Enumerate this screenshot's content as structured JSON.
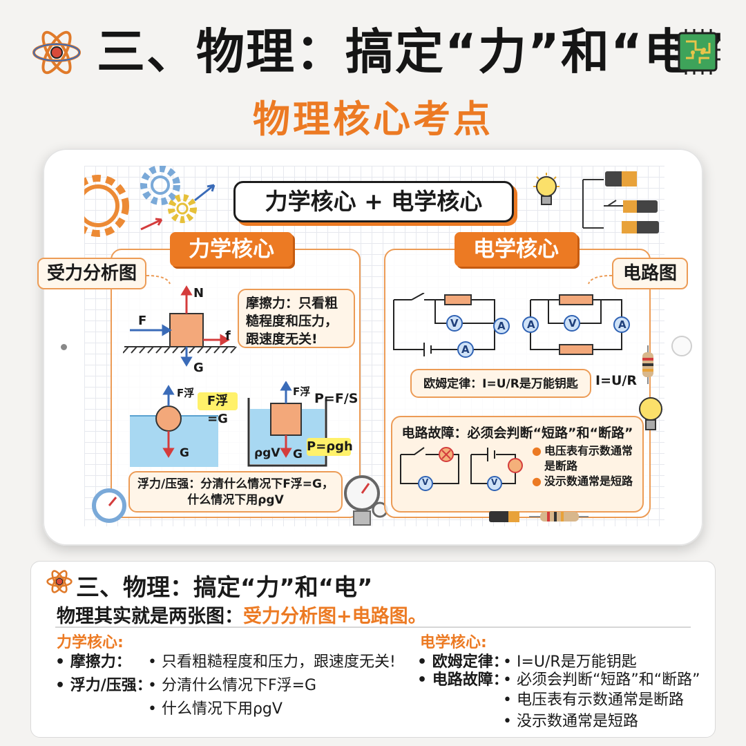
{
  "header": {
    "title": "三、物理：搞定“力”和“电”",
    "subtitle": "物理核心考点"
  },
  "tablet_screen": {
    "banner": "力学核心 + 电学核心",
    "mechanics": {
      "tag": "力学核心",
      "side_label": "受力分析图",
      "force_labels": {
        "N": "N",
        "F": "F",
        "f": "f",
        "G": "G"
      },
      "friction_bubble": "摩擦力：只看粗糙程度和压力，跟速度无关!",
      "buoyancy_label": "F浮",
      "buoyancy_formula_1": "F浮=G",
      "pressure_formula": "P=F/S",
      "rho_gv": "ρgV",
      "pressure_formula_2": "P=ρgh",
      "buoyancy_bubble_line1": "浮力/压强：分清什么情况下F浮=G，",
      "buoyancy_bubble_line2": "什么情况下用ρgV"
    },
    "electricity": {
      "tag": "电学核心",
      "side_label": "电路图",
      "meter_labels": {
        "V": "V",
        "A": "A"
      },
      "ohm_bubble": "欧姆定律：I=U/R是万能钥匙",
      "ohm_formula": "I=U/R",
      "fault_title": "电路故障：必须会判断“短路”和“断路”",
      "fault_items": [
        "电压表有示数通常是断路",
        "没示数通常是短路"
      ]
    }
  },
  "summary_card": {
    "title": "三、物理：搞定“力”和“电”",
    "lead": "物理其实就是两张图：",
    "lead_highlight": "受力分析图+电路图。",
    "mechanics": {
      "title": "力学核心:",
      "rows": [
        {
          "label": "• 摩擦力：",
          "value": "• 只看粗糙程度和压力，跟速度无关!"
        },
        {
          "label": "• 浮力/压强：",
          "value": "• 分清什么情况下F浮=G"
        },
        {
          "label": "",
          "value": "• 什么情况下用ρgV"
        }
      ]
    },
    "electricity": {
      "title": "电学核心:",
      "rows": [
        {
          "label": "• 欧姆定律：",
          "value": "• I=U/R是万能钥匙"
        },
        {
          "label": "• 电路故障：",
          "value": "• 必须会判断“短路”和“断路”"
        },
        {
          "label": "",
          "value": "• 电压表有示数通常是断路"
        },
        {
          "label": "",
          "value": "• 没示数通常是短路"
        }
      ]
    }
  },
  "colors": {
    "accent": "#ec7a23",
    "force_red": "#d43c3c",
    "force_blue": "#2f62b4",
    "water": "#a8d8f2"
  }
}
